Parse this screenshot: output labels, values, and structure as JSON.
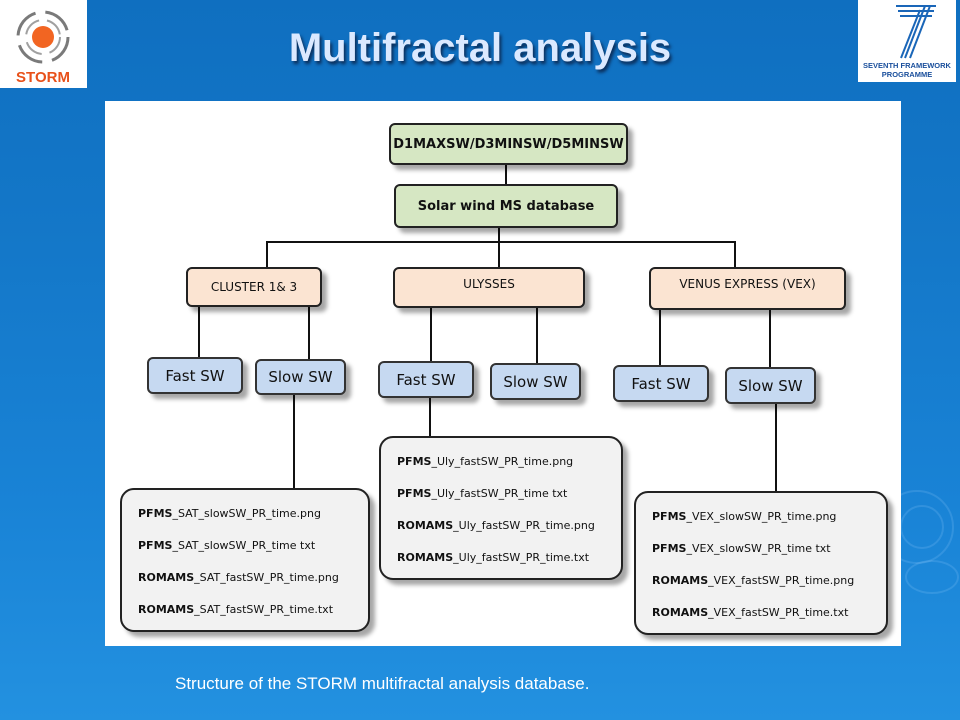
{
  "slide": {
    "title": "Multifractal analysis",
    "caption": "Structure of the STORM multifractal analysis database."
  },
  "logos": {
    "left_text": "STORM",
    "right_line1": "SEVENTH FRAMEWORK",
    "right_line2": "PROGRAMME"
  },
  "diagram": {
    "root": "D1MAXSW/D3MINSW/D5MINSW",
    "database": "Solar wind MS database",
    "missions": [
      {
        "label": "CLUSTER 1& 3",
        "fast": "Fast SW",
        "slow": "Slow SW"
      },
      {
        "label": "ULYSSES",
        "fast": "Fast SW",
        "slow": "Slow SW"
      },
      {
        "label": "VENUS EXPRESS (VEX)",
        "fast": "Fast SW",
        "slow": "Slow SW"
      }
    ],
    "files": [
      [
        {
          "prefix": "PFMS",
          "rest": "_SAT_slowSW_PR_time.png"
        },
        {
          "prefix": "PFMS",
          "rest": "_SAT_slowSW_PR_time  txt"
        },
        {
          "prefix": "ROMAMS",
          "rest": "_SAT_fastSW_PR_time.png"
        },
        {
          "prefix": "ROMAMS",
          "rest": "_SAT_fastSW_PR_time.txt"
        }
      ],
      [
        {
          "prefix": "PFMS",
          "rest": "_Uly_fastSW_PR_time.png"
        },
        {
          "prefix": "PFMS",
          "rest": "_Uly_fastSW_PR_time  txt"
        },
        {
          "prefix": "ROMAMS",
          "rest": "_Uly_fastSW_PR_time.png"
        },
        {
          "prefix": "ROMAMS",
          "rest": "_Uly_fastSW_PR_time.txt"
        }
      ],
      [
        {
          "prefix": "PFMS",
          "rest": "_VEX_slowSW_PR_time.png"
        },
        {
          "prefix": "PFMS",
          "rest": "_VEX_slowSW_PR_time  txt"
        },
        {
          "prefix": "ROMAMS",
          "rest": "_VEX_fastSW_PR_time.png"
        },
        {
          "prefix": "ROMAMS",
          "rest": "_VEX_fastSW_PR_time.txt"
        }
      ]
    ]
  }
}
